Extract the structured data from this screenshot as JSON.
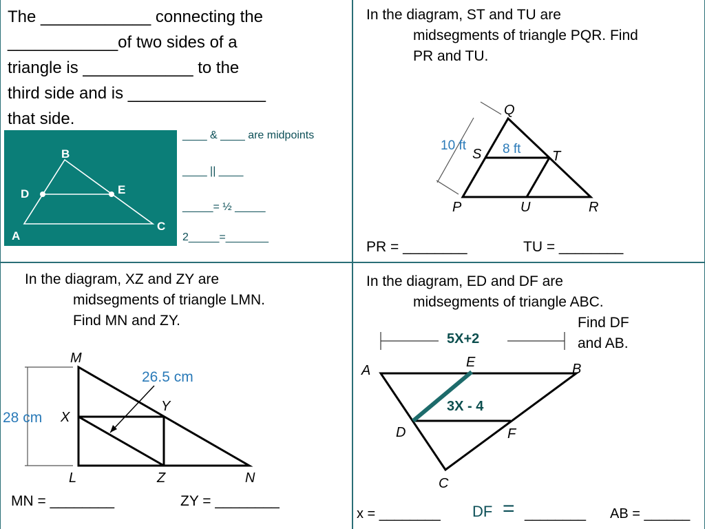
{
  "q1": {
    "statement_lines": [
      "The ____________ connecting the",
      "____________of two sides of a",
      "triangle is ____________ to the",
      "third side and is _______________",
      "that side."
    ],
    "diagram": {
      "labels": [
        "B",
        "D",
        "E",
        "A",
        "C"
      ],
      "bg_color": "#0b7e78"
    },
    "blanks": [
      "____ & ____ are midpoints",
      "____ || ____",
      "_____= ½ _____",
      "2_____=_______"
    ]
  },
  "q2": {
    "prompt_line1": "In the diagram, ST and TU are",
    "prompt_line2": "midsegments of triangle PQR.  Find",
    "prompt_line3": "PR and TU.",
    "diagram": {
      "labels": [
        "Q",
        "S",
        "T",
        "P",
        "U",
        "R"
      ],
      "measure_side": "10 ft",
      "measure_mid": "8 ft",
      "measure_color": "#2a7ab8"
    },
    "answers": [
      "PR = ________",
      "TU = ________"
    ]
  },
  "q3": {
    "prompt_line1": "In the diagram, XZ and ZY are",
    "prompt_line2": "midsegments of triangle LMN.",
    "prompt_line3": "Find MN and ZY.",
    "diagram": {
      "labels": [
        "M",
        "X",
        "Y",
        "L",
        "Z",
        "N"
      ],
      "measure_height": "28 cm",
      "measure_diag": "26.5 cm",
      "measure_color": "#2a7ab8"
    },
    "answers": [
      "MN = ________",
      "ZY = ________"
    ]
  },
  "q4": {
    "prompt_line1": "In the diagram, ED and DF are",
    "prompt_line2": "midsegments of triangle ABC.",
    "prompt_line3": "Find DF",
    "prompt_line4": "and AB.",
    "diagram": {
      "labels": [
        "A",
        "E",
        "B",
        "D",
        "F",
        "C"
      ],
      "expr_top": "5X+2",
      "expr_mid": "3X - 4",
      "highlight_color": "#1d6b6b",
      "expr_color": "#0d4f4f"
    },
    "answers": {
      "x": "x = ________",
      "df_label": "DF",
      "equals": "=",
      "df_blank": "________",
      "ab": "AB = ______"
    }
  }
}
